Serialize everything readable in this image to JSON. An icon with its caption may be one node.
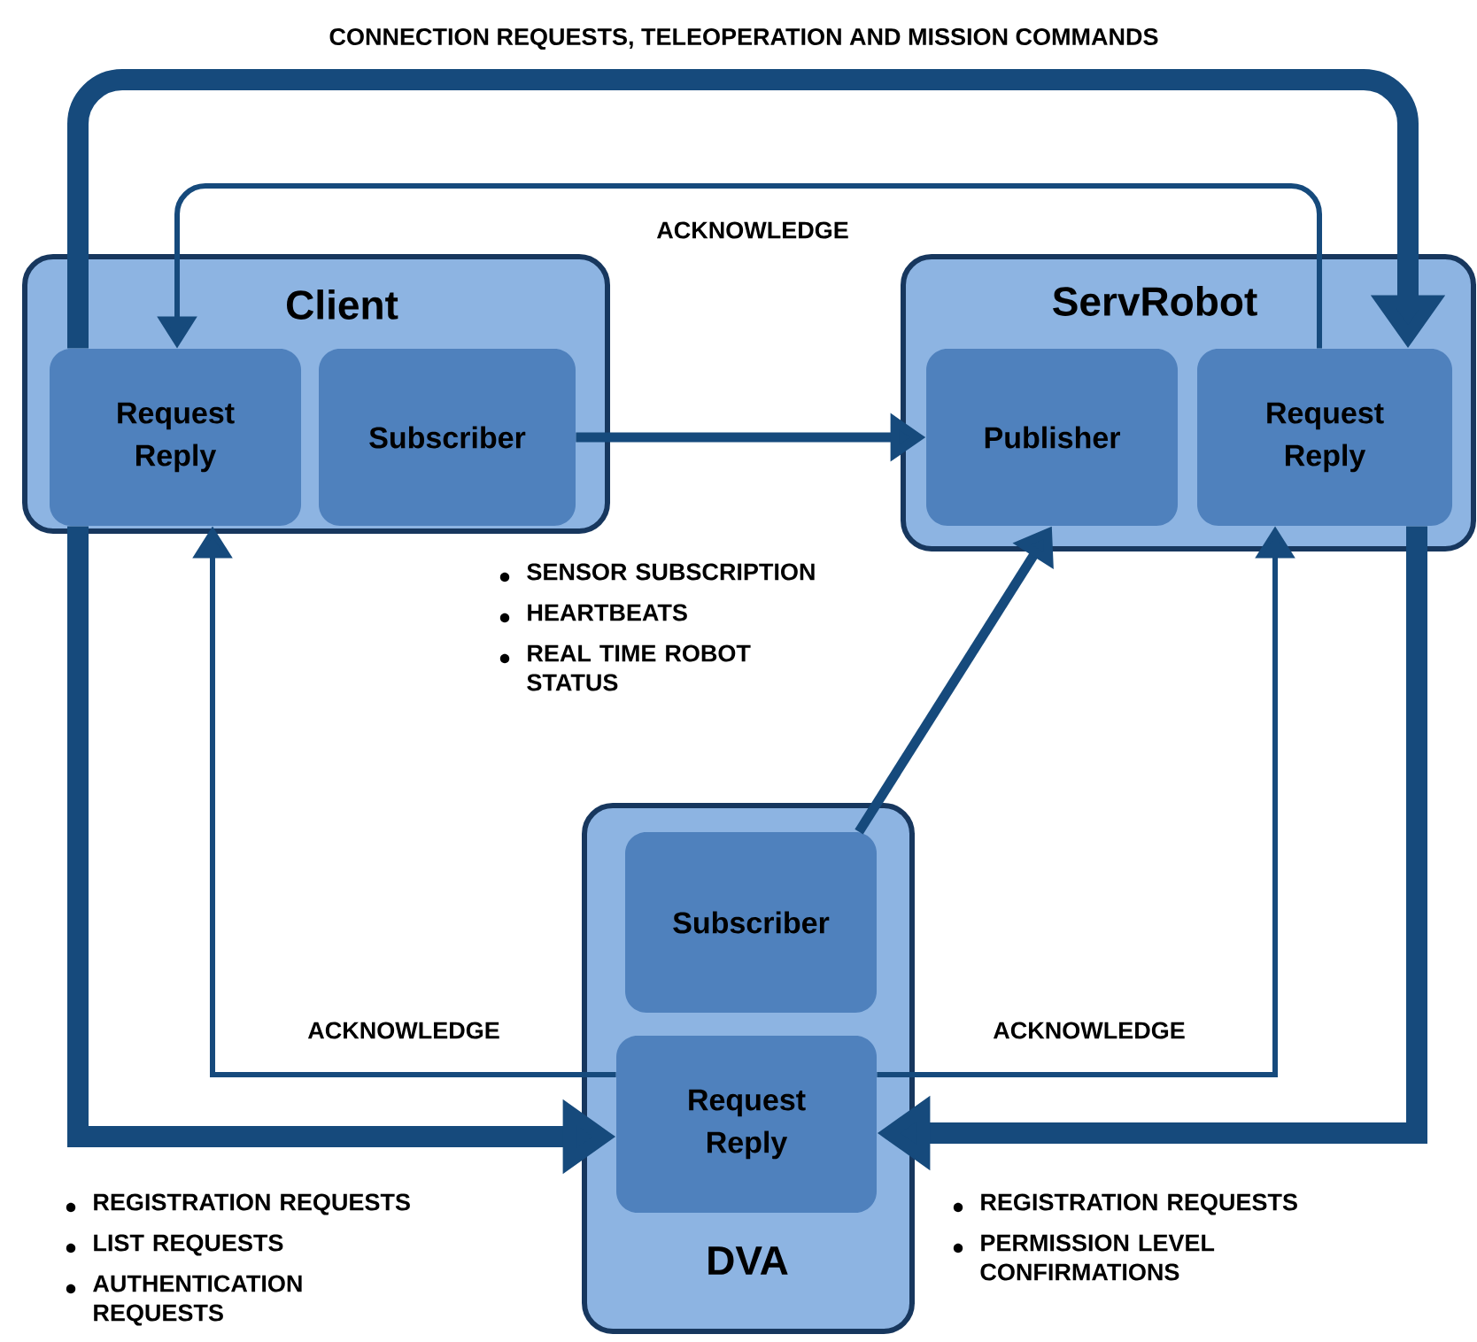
{
  "diagram": {
    "nodes": [
      {
        "text": [
          "Client"
        ]
      },
      {
        "text": [
          "Request Reply"
        ],
        "in": 0
      },
      {
        "text": [
          "Subscriber"
        ],
        "in": 0
      },
      {
        "text": [
          "ServRobot"
        ]
      },
      {
        "text": [
          "Publisher"
        ],
        "in": 3
      },
      {
        "text": [
          "Request Reply"
        ],
        "in": 3
      },
      {
        "text": [
          "DVA"
        ]
      },
      {
        "text": [
          "Subscriber"
        ],
        "in": 6
      },
      {
        "text": [
          "Request Reply"
        ],
        "in": 6
      }
    ],
    "edges": [
      {
        "from": 1,
        "to": 5,
        "arrow": "to",
        "label": "CONNECTION REQUESTS, TELEOPERATION AND MISSION COMMANDS",
        "style": "thick"
      },
      {
        "from": 5,
        "to": 1,
        "arrow": "to",
        "label": "ACKNOWLEDGE"
      },
      {
        "from": 2,
        "to": 4,
        "arrow": "to"
      },
      {
        "from": 7,
        "to": 4,
        "arrow": "to"
      },
      {
        "from": 1,
        "to": 8,
        "arrow": "to",
        "style": "thick"
      },
      {
        "from": 8,
        "to": 1,
        "arrow": "to",
        "label": "ACKNOWLEDGE"
      },
      {
        "from": 8,
        "to": 5,
        "arrow": "to",
        "label": "ACKNOWLEDGE"
      },
      {
        "from": 5,
        "to": 8,
        "arrow": "to",
        "style": "thick"
      }
    ],
    "labels": [
      "SENSOR SUBSCRIPTION",
      "HEARTBEATS",
      "REAL TIME ROBOT STATUS",
      "REGISTRATION REQUESTS",
      "LIST REQUESTS",
      "AUTHENTICATION REQUESTS",
      "REGISTRATION REQUESTS",
      "PERMISSION LEVEL CONFIRMATIONS"
    ]
  }
}
